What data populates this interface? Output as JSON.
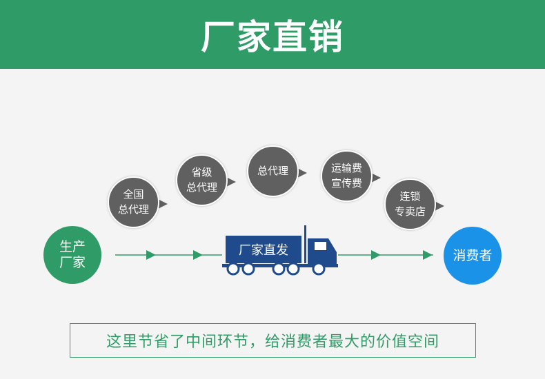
{
  "header": {
    "title": "厂家直销"
  },
  "nodes": {
    "start": "生产\n厂家",
    "end": "消费者",
    "truck": "厂家直发"
  },
  "middlemen": [
    {
      "label": "全国\n总代理"
    },
    {
      "label": "省级\n总代理"
    },
    {
      "label": "总代理"
    },
    {
      "label": "运输费\n宣传费"
    },
    {
      "label": "连锁\n专卖店"
    }
  ],
  "note": "这里节省了中间环节，给消费者最大的价值空间",
  "colors": {
    "brand_green": "#2f9c67",
    "consumer_blue": "#1a92e8",
    "bubble_gray": "#606060",
    "truck_navy": "#1f4b8c"
  }
}
